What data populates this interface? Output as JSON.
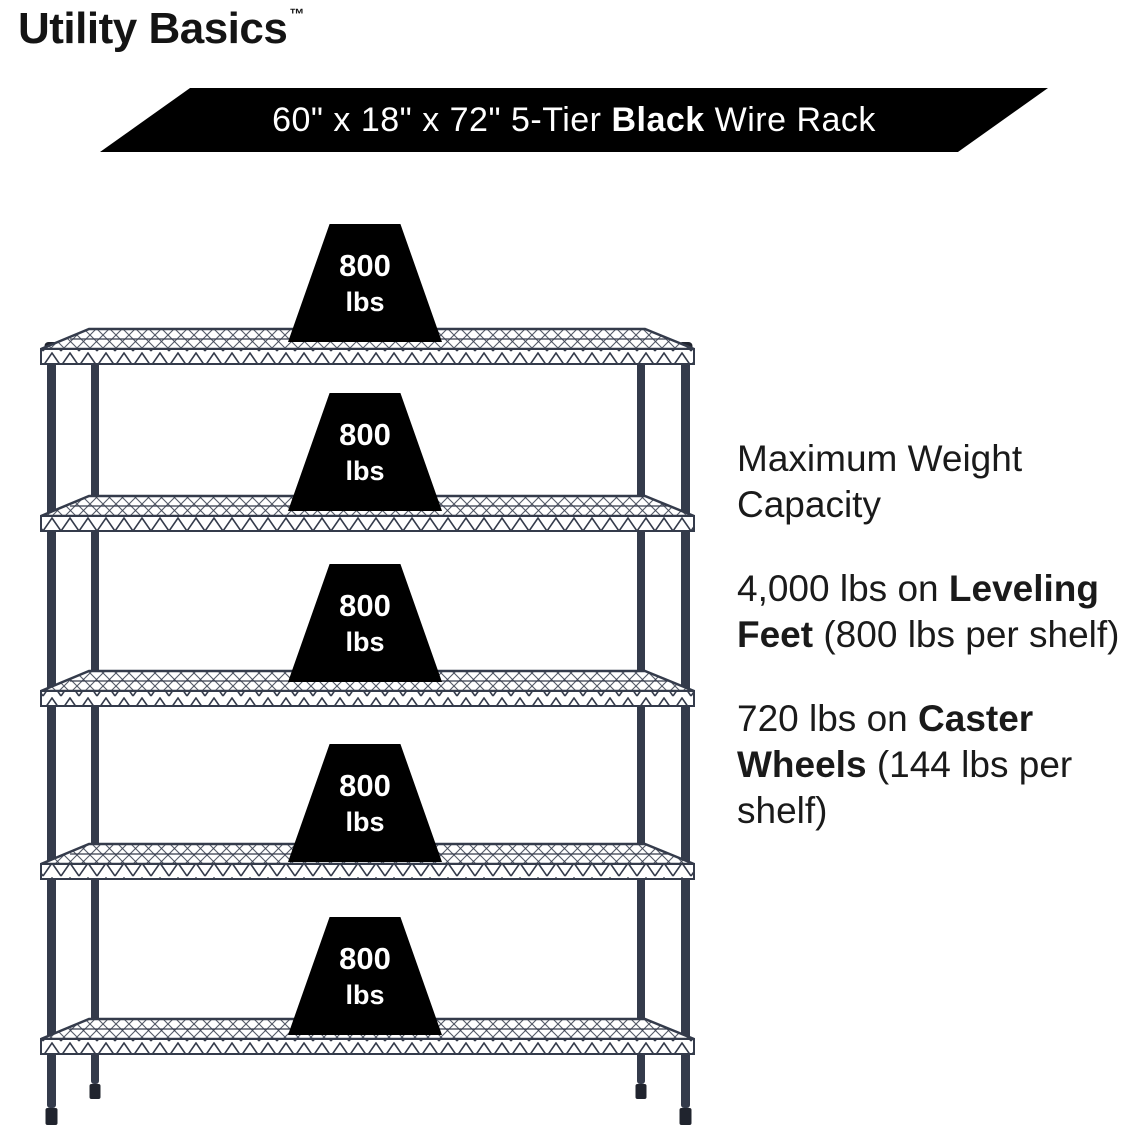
{
  "brand": {
    "name": "Utility Basics",
    "trademark": "™"
  },
  "banner": {
    "size_prefix": "60\" x 18\" x 72\" 5-Tier ",
    "highlight": "Black",
    "suffix": " Wire Rack"
  },
  "rack": {
    "tiers": 5,
    "shelf_capacity_badges": [
      {
        "value": "800",
        "unit": "lbs"
      },
      {
        "value": "800",
        "unit": "lbs"
      },
      {
        "value": "800",
        "unit": "lbs"
      },
      {
        "value": "800",
        "unit": "lbs"
      },
      {
        "value": "800",
        "unit": "lbs"
      }
    ]
  },
  "info": {
    "heading": "Maximum Weight Capacity",
    "leveling": {
      "prefix": "4,000 lbs on ",
      "bold": "Leveling Feet",
      "suffix": " (800 lbs per shelf)"
    },
    "casters": {
      "prefix": "720 lbs on ",
      "bold": "Caster Wheels",
      "suffix": " (144 lbs per shelf)"
    }
  },
  "colors": {
    "badge_bg": "#000000",
    "badge_text": "#ffffff",
    "banner_bg": "#000000",
    "banner_text": "#ffffff",
    "rack_wire": "#343b4b",
    "body_text": "#1a1a1a",
    "background": "#ffffff"
  }
}
